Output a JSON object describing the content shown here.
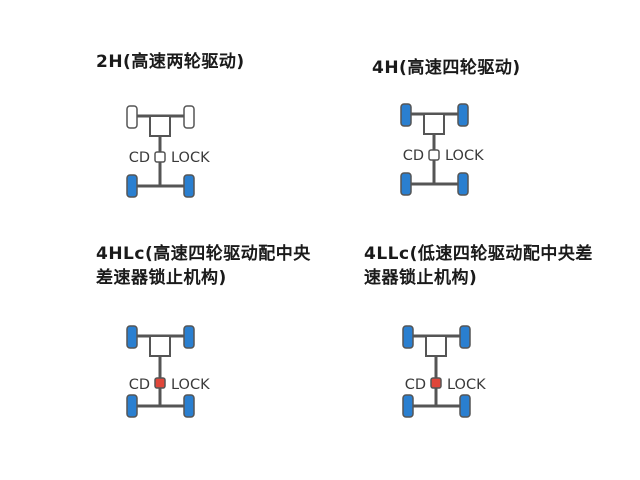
{
  "colors": {
    "wheel_driven": "#2a7fd0",
    "wheel_free": "#ffffff",
    "wheel_outline": "#555555",
    "frame": "#555555",
    "center_diff_open": "#ffffff",
    "center_diff_locked": "#e0463a"
  },
  "modes": [
    {
      "code": "2H",
      "title_lines": [
        "2H(高速两轮驱动)"
      ],
      "front_wheels_driven": false,
      "rear_wheels_driven": true,
      "center_diff_locked": false,
      "cd_label": "CD",
      "lock_label": "LOCK"
    },
    {
      "code": "4H",
      "title_lines": [
        "4H(高速四轮驱动)"
      ],
      "front_wheels_driven": true,
      "rear_wheels_driven": true,
      "center_diff_locked": false,
      "cd_label": "CD",
      "lock_label": "LOCK"
    },
    {
      "code": "4HLc",
      "title_lines": [
        "4HLc(高速四轮驱动配中央",
        "差速器锁止机构)"
      ],
      "front_wheels_driven": true,
      "rear_wheels_driven": true,
      "center_diff_locked": true,
      "cd_label": "CD",
      "lock_label": "LOCK"
    },
    {
      "code": "4LLc",
      "title_lines": [
        "4LLc(低速四轮驱动配中央差",
        "速器锁止机构)"
      ],
      "front_wheels_driven": true,
      "rear_wheels_driven": true,
      "center_diff_locked": true,
      "cd_label": "CD",
      "lock_label": "LOCK"
    }
  ]
}
